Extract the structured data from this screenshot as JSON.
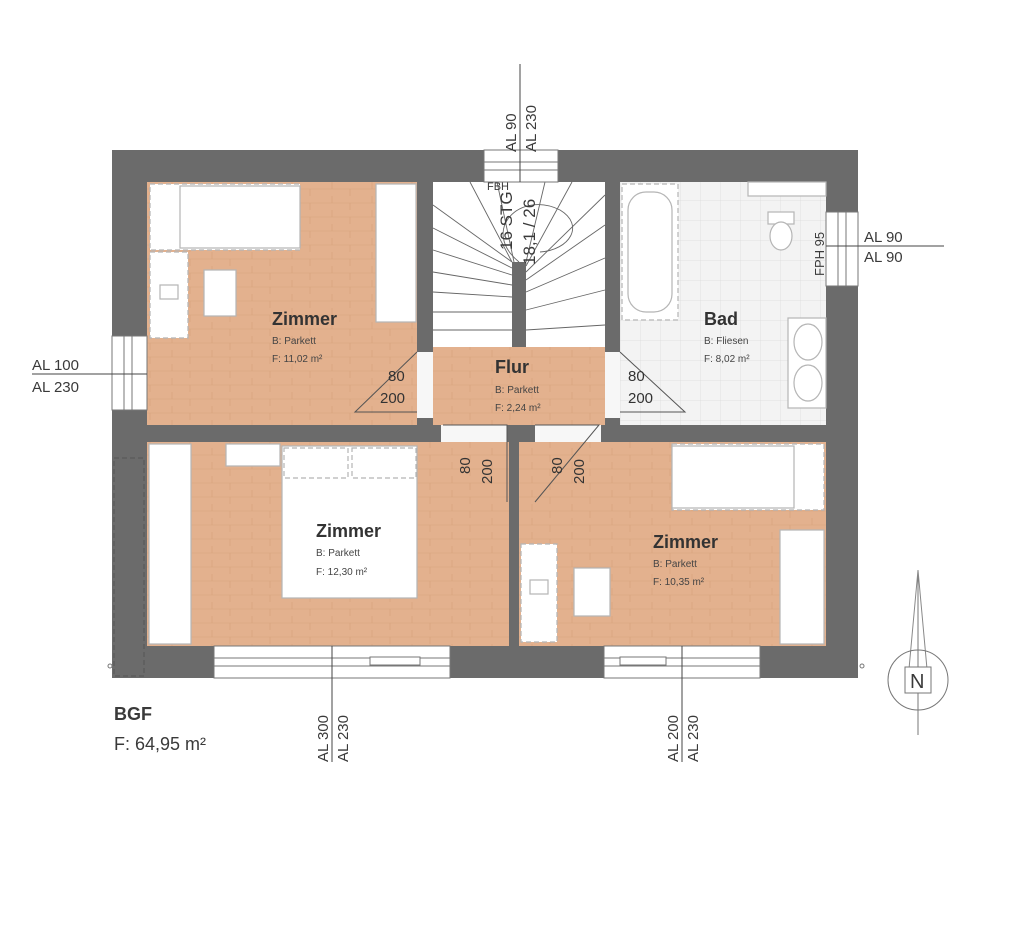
{
  "rooms": {
    "zimmer_nw": {
      "name": "Zimmer",
      "floor": "B: Parkett",
      "area": "F: 11,02 m²"
    },
    "flur": {
      "name": "Flur",
      "floor": "B: Parkett",
      "area": "F: 2,24 m²"
    },
    "bad": {
      "name": "Bad",
      "floor": "B: Fliesen",
      "area": "F: 8,02 m²"
    },
    "zimmer_sw": {
      "name": "Zimmer",
      "floor": "B: Parkett",
      "area": "F: 12,30 m²"
    },
    "zimmer_se": {
      "name": "Zimmer",
      "floor": "B: Parkett",
      "area": "F: 10,35 m²"
    }
  },
  "stairs": {
    "steps": "16 STG",
    "ratio": "18,1 / 26",
    "fbh_label": "FBH"
  },
  "doors": {
    "west": {
      "width": "80",
      "height": "200"
    },
    "east": {
      "width": "80",
      "height": "200"
    },
    "south_left": {
      "width": "80",
      "height": "200"
    },
    "south_right": {
      "width": "80",
      "height": "200"
    }
  },
  "windows": {
    "north": {
      "al1": "AL 90",
      "al2": "AL 230"
    },
    "east": {
      "al1": "AL 90",
      "al2": "AL 90",
      "fph": "FPH 95"
    },
    "west": {
      "al1": "AL 100",
      "al2": "AL 230"
    },
    "south_left": {
      "al1": "AL 300",
      "al2": "AL 230"
    },
    "south_right": {
      "al1": "AL 200",
      "al2": "AL 230"
    }
  },
  "summary": {
    "title": "BGF",
    "area": "F: 64,95 m²"
  },
  "compass": {
    "letter": "N"
  },
  "colors": {
    "wall": "#6b6b6b",
    "parquet": "#e3b18e",
    "tiles": "#f2f2f2",
    "background": "#ffffff"
  }
}
